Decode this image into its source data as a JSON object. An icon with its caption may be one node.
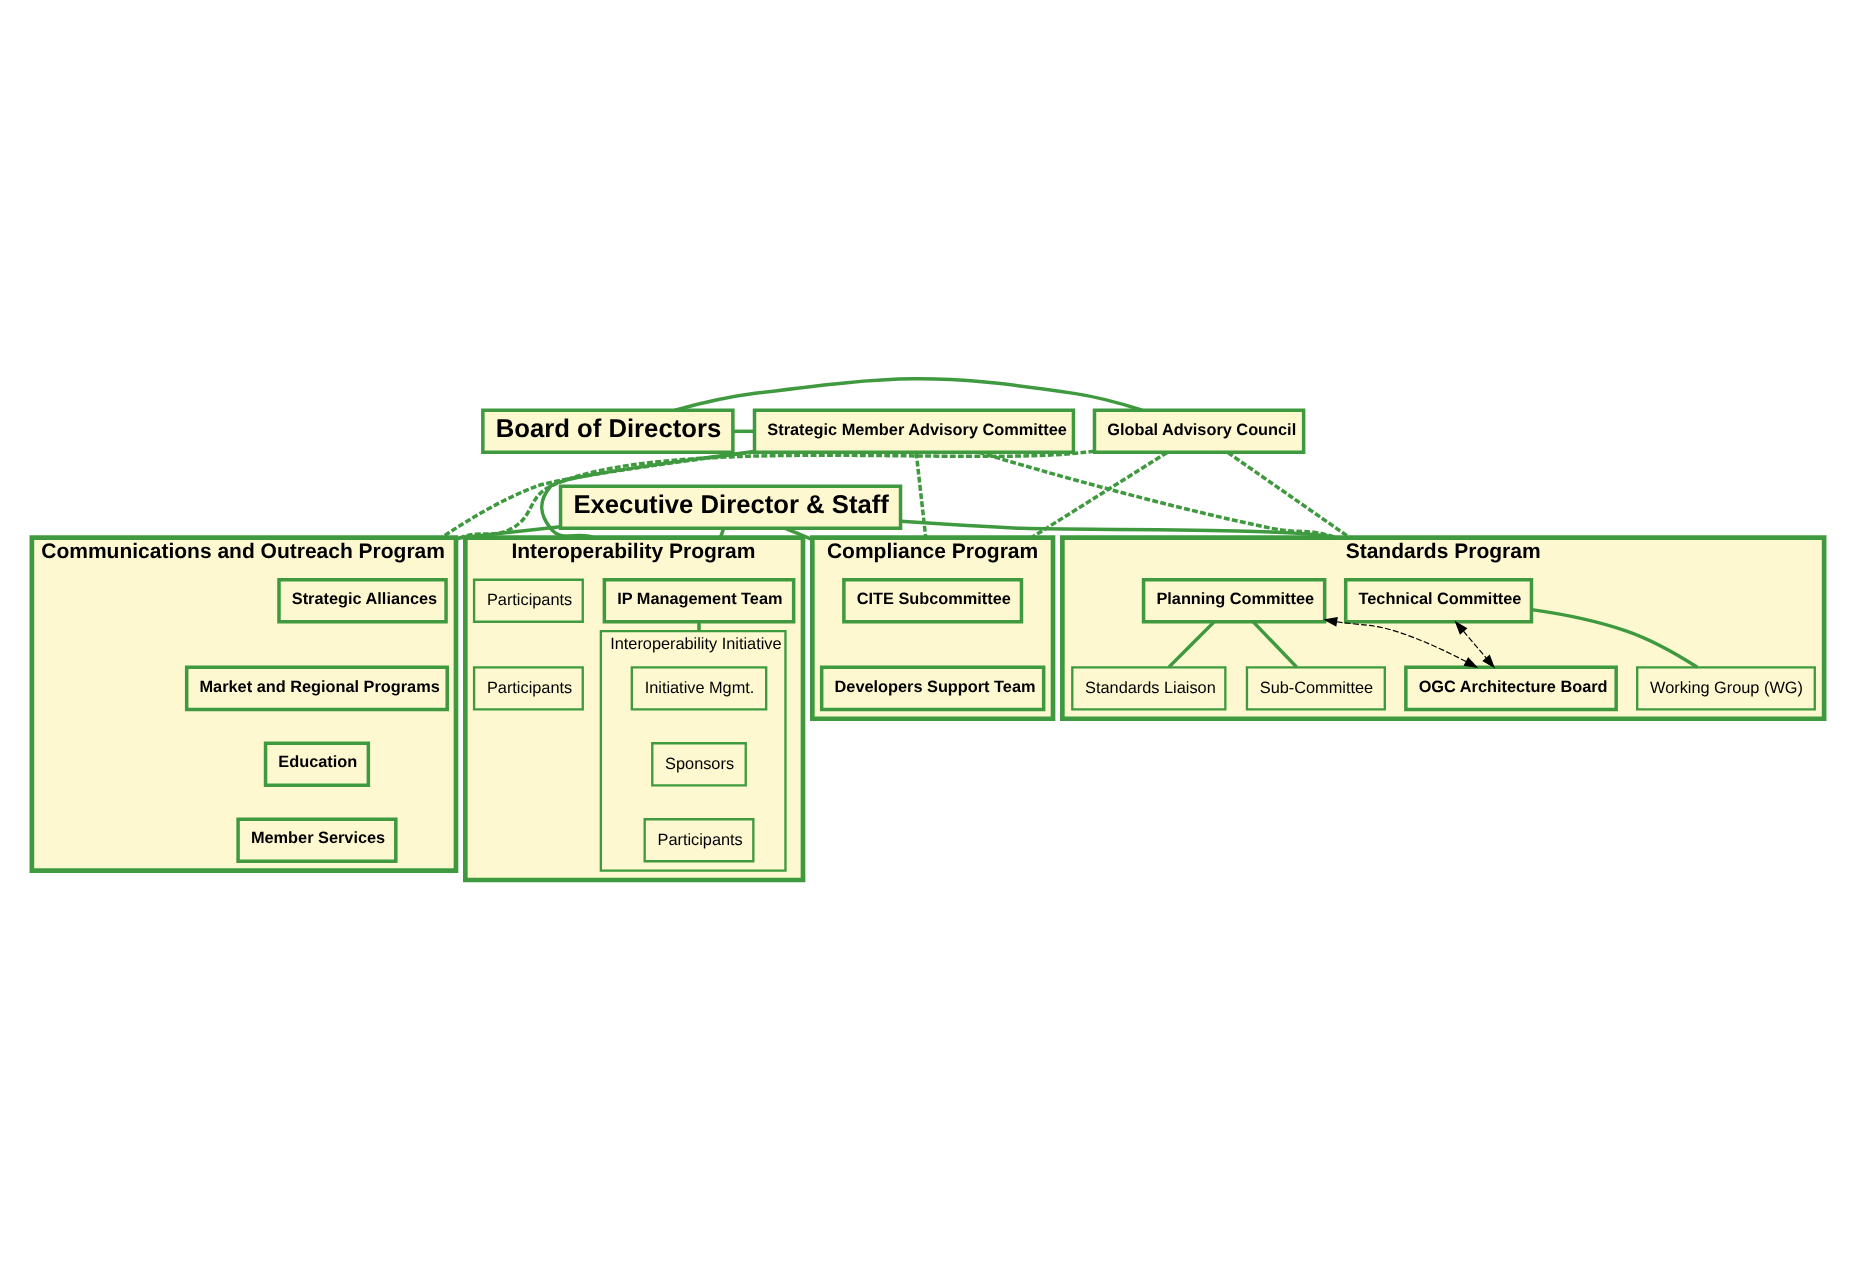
{
  "diagram": {
    "nodes": [
      {
        "text": [
          "Board of Directors"
        ]
      },
      {
        "text": [
          "Strategic Member Advisory Committee"
        ]
      },
      {
        "text": [
          "Global Advisory Council"
        ]
      },
      {
        "text": [
          "Executive Director & Staff"
        ]
      },
      {
        "text": [
          "Interoperability Program"
        ]
      },
      {
        "text": [
          "IP Management Team"
        ],
        "in": 4
      },
      {
        "text": [
          "Interoperability Initiative"
        ],
        "in": 4
      },
      {
        "text": [
          "Initiative Mgmt."
        ],
        "in": 6
      },
      {
        "text": [
          "Sponsors"
        ],
        "in": 6
      },
      {
        "text": [
          "Participants"
        ],
        "in": 6
      },
      {
        "text": [
          "Participants"
        ],
        "in": 4
      },
      {
        "text": [
          "Participants"
        ],
        "in": 4
      },
      {
        "text": [
          "Standards Program"
        ]
      },
      {
        "text": [
          "Technical Committee"
        ],
        "in": 12
      },
      {
        "text": [
          "Planning Committee"
        ],
        "in": 12
      },
      {
        "text": [
          "Working Group (WG)"
        ],
        "in": 12
      },
      {
        "text": [
          "Standards Liaison"
        ],
        "in": 12
      },
      {
        "text": [
          "Sub-Committee"
        ],
        "in": 12
      },
      {
        "text": [
          "OGC Architecture Board"
        ],
        "in": 12
      },
      {
        "text": [
          "Compliance Program"
        ]
      },
      {
        "text": [
          "CITE Subcommittee"
        ],
        "in": 19
      },
      {
        "text": [
          "Developers Support Team"
        ],
        "in": 19
      },
      {
        "text": [
          "Communications and Outreach Program"
        ]
      },
      {
        "text": [
          "Strategic Alliances"
        ],
        "in": 22
      },
      {
        "text": [
          "Market and Regional Programs"
        ],
        "in": 22
      },
      {
        "text": [
          "Education"
        ],
        "in": 22
      },
      {
        "text": [
          "Member Services"
        ],
        "in": 22
      }
    ],
    "edges": [
      {
        "from": 1,
        "to": 0,
        "arrow": "none"
      },
      {
        "from": 0,
        "to": 2,
        "arrow": "none"
      },
      {
        "from": 1,
        "to": 4,
        "arrow": "none"
      },
      {
        "from": 3,
        "to": 4,
        "arrow": "none"
      },
      {
        "from": 3,
        "to": 12,
        "arrow": "none"
      },
      {
        "from": 3,
        "to": 19,
        "arrow": "none"
      },
      {
        "from": 3,
        "to": 22,
        "arrow": "none"
      },
      {
        "from": 1,
        "to": 12,
        "arrow": "none",
        "style": "dashed"
      },
      {
        "from": 1,
        "to": 19,
        "arrow": "none",
        "style": "dashed"
      },
      {
        "from": 1,
        "to": 22,
        "arrow": "none",
        "style": "dashed"
      },
      {
        "from": 2,
        "to": 12,
        "arrow": "none",
        "style": "dashed"
      },
      {
        "from": 2,
        "to": 19,
        "arrow": "none",
        "style": "dashed"
      },
      {
        "from": 2,
        "to": 22,
        "arrow": "none",
        "style": "dashed"
      },
      {
        "from": 5,
        "to": 6,
        "arrow": "none"
      },
      {
        "from": 13,
        "to": 15,
        "arrow": "none"
      },
      {
        "from": 14,
        "to": 16,
        "arrow": "none"
      },
      {
        "from": 14,
        "to": 17,
        "arrow": "none"
      },
      {
        "from": 13,
        "to": 18,
        "arrow": "both",
        "style": "dashed",
        "color": "#000000"
      },
      {
        "from": 14,
        "to": 18,
        "arrow": "both",
        "style": "dashed",
        "color": "#000000"
      }
    ]
  }
}
